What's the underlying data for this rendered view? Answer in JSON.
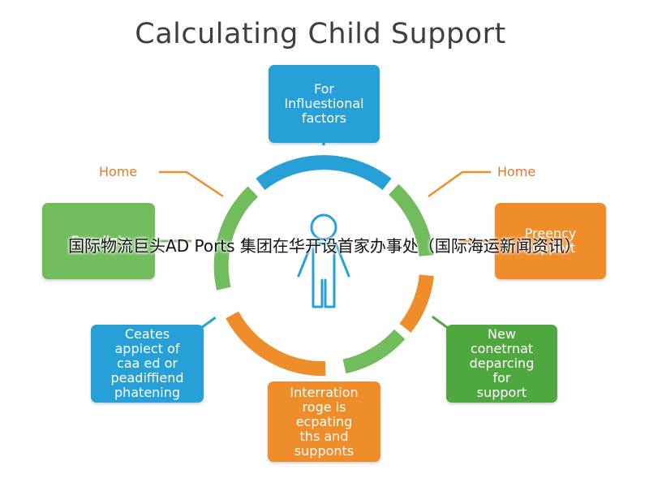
{
  "title": "Calculating Child Support",
  "colors": {
    "blue": "#27a0d8",
    "green": "#71bd5e",
    "dark_green": "#4fa83f",
    "orange": "#f08d2b",
    "title_gray": "#3f3f3f"
  },
  "icons": {
    "center": "child-figure-icon"
  },
  "ring_segments": [
    "blue",
    "green",
    "orange",
    "green",
    "orange",
    "green"
  ],
  "home_labels": {
    "left": "Home",
    "right": "Home"
  },
  "boxes": {
    "top": "For\nInfluestional\nfactors",
    "left": "Eeculigh",
    "right": "Preency\nsupport",
    "lower_left": "Ceates\nappiect of\ncaa ed or\npeadiffiend\nphatening",
    "lower_right": "New\nconetrnat\ndeparcing\nfor\nsupport",
    "bottom": "Interration\nroge is\necpating\nths and\nsupponts"
  },
  "overlay_caption": "国际物流巨头AD Ports 集团在华开设首家办事处（国际海运新闻资讯）"
}
